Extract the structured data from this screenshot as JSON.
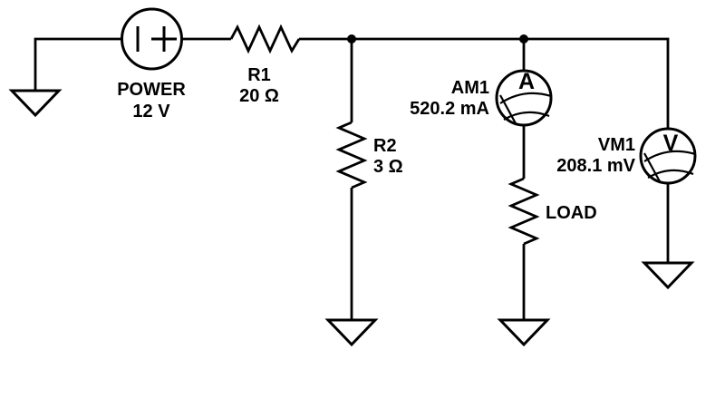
{
  "diagram": {
    "kind": "circuit-schematic",
    "colors": {
      "line": "#000000",
      "text": "#000000",
      "background": "#ffffff"
    },
    "components": {
      "power": {
        "label": "POWER",
        "value": "12 V",
        "symbol": "I +",
        "type": "dc-voltage-source"
      },
      "r1": {
        "label": "R1",
        "value": "20 Ω",
        "type": "resistor"
      },
      "r2": {
        "label": "R2",
        "value": "3 Ω",
        "type": "resistor"
      },
      "am1": {
        "label": "AM1",
        "value": "520.2 mA",
        "meter_letter": "A",
        "type": "ammeter"
      },
      "vm1": {
        "label": "VM1",
        "value": "208.1 mV",
        "meter_letter": "V",
        "type": "voltmeter"
      },
      "load": {
        "label": "LOAD",
        "type": "resistor"
      }
    },
    "ground_count": 4,
    "junction_count": 2
  }
}
